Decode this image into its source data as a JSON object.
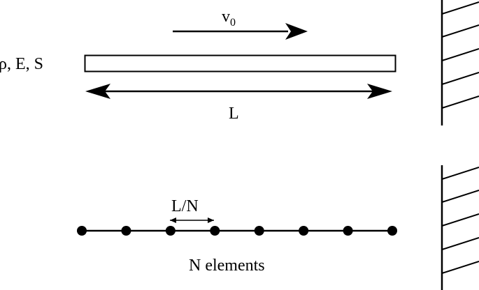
{
  "top_panel": {
    "velocity_label": "v",
    "velocity_subscript": "0",
    "properties_label": "ρ, E, S",
    "length_label": "L"
  },
  "bottom_panel": {
    "element_length_label": "L/N",
    "elements_caption": "N elements",
    "node_count": 8
  },
  "colors": {
    "ink": "#000000",
    "background": "#ffffff"
  }
}
